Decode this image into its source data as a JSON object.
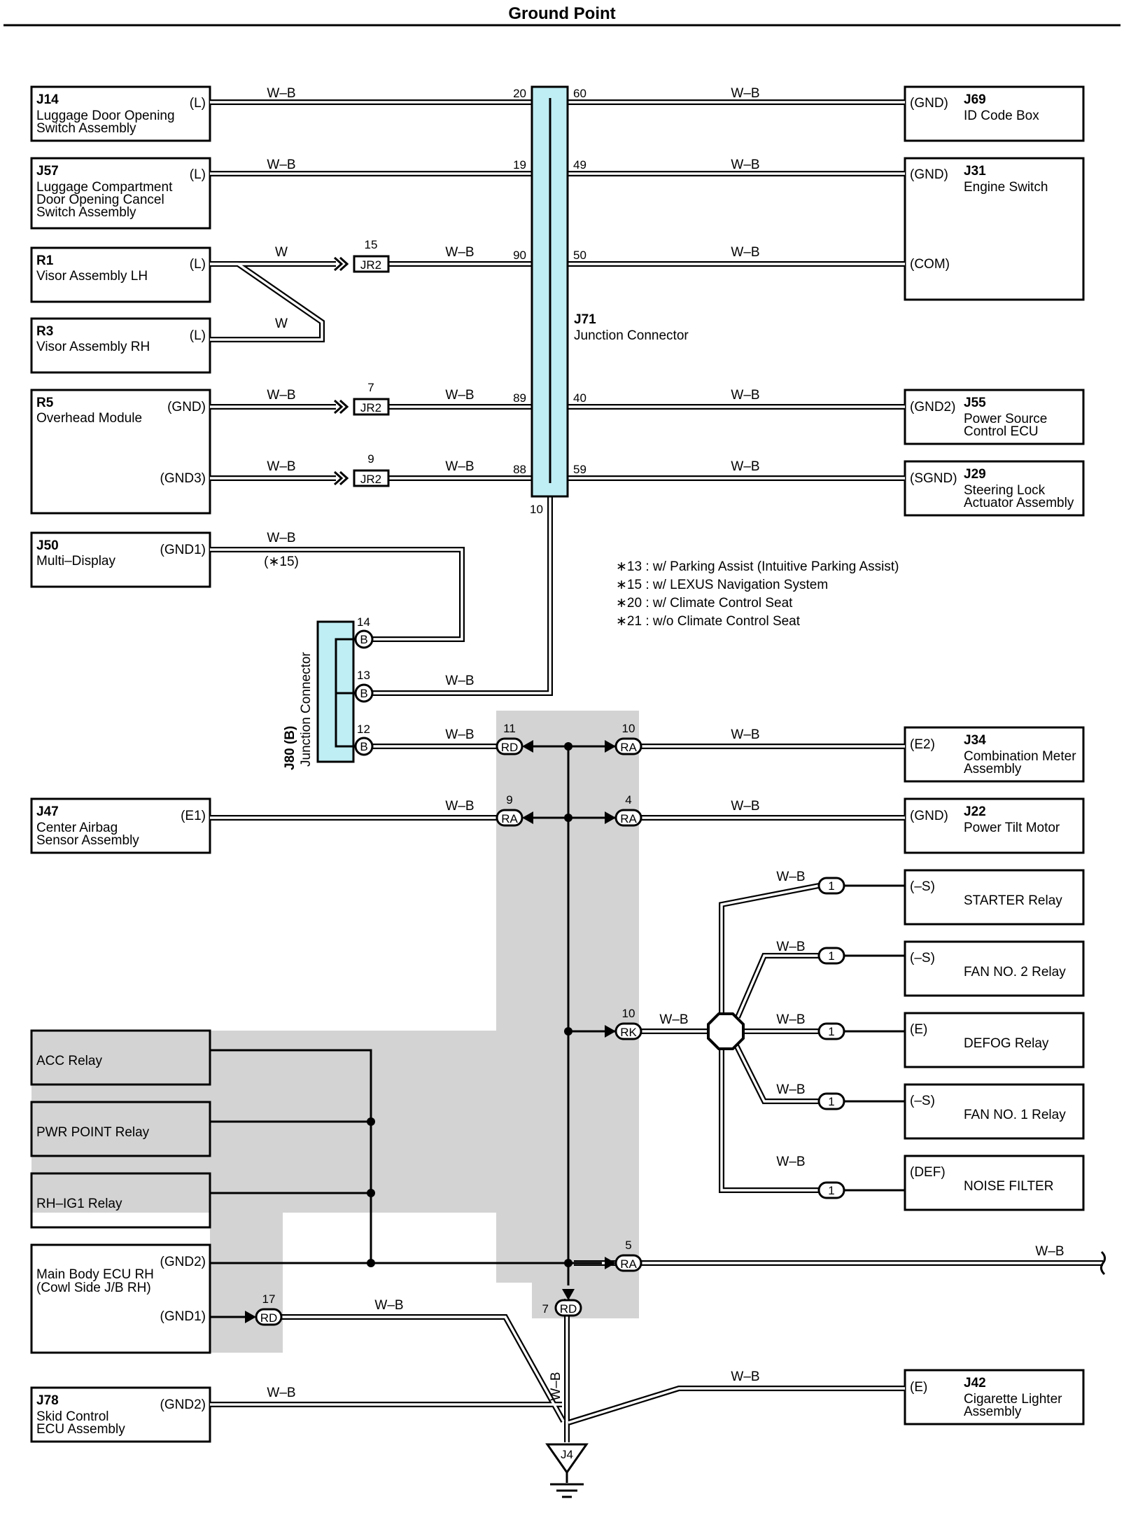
{
  "title": "Ground Point",
  "wire_color": "W–B",
  "colors": {
    "connector_fill": "#bfeef4",
    "shade": "#d3d3d3"
  },
  "left_components": [
    {
      "id": "j14",
      "code": "J14",
      "name": [
        "Luggage Door Opening",
        "Switch Assembly"
      ],
      "term": "(L)"
    },
    {
      "id": "j57",
      "code": "J57",
      "name": [
        "Luggage Compartment",
        "Door Opening Cancel",
        "Switch Assembly"
      ],
      "term": "(L)"
    },
    {
      "id": "r1",
      "code": "R1",
      "name": [
        "Visor Assembly LH"
      ],
      "term": "(L)"
    },
    {
      "id": "r3",
      "code": "R3",
      "name": [
        "Visor Assembly RH"
      ],
      "term": "(L)"
    },
    {
      "id": "r5",
      "code": "R5",
      "name": [
        "Overhead Module"
      ],
      "term": "(GND)",
      "term2": "(GND3)"
    },
    {
      "id": "j50",
      "code": "J50",
      "name": [
        "Multi–Display"
      ],
      "term": "(GND1)"
    },
    {
      "id": "j47",
      "code": "J47",
      "name": [
        "Center Airbag",
        "Sensor Assembly"
      ],
      "term": "(E1)"
    },
    {
      "id": "acc",
      "code": "",
      "name": [
        "ACC Relay"
      ],
      "term": ""
    },
    {
      "id": "pwr",
      "code": "",
      "name": [
        "PWR POINT Relay"
      ],
      "term": ""
    },
    {
      "id": "rhig1",
      "code": "",
      "name": [
        "RH–IG1 Relay"
      ],
      "term": ""
    },
    {
      "id": "mainbody",
      "code": "",
      "name": [
        "Main Body ECU RH",
        "(Cowl Side J/B RH)"
      ],
      "term": "(GND2)",
      "term2": "(GND1)"
    },
    {
      "id": "j78",
      "code": "J78",
      "name": [
        "Skid Control",
        "ECU Assembly"
      ],
      "term": "(GND2)"
    }
  ],
  "right_components": [
    {
      "id": "j69",
      "code": "J69",
      "name": [
        "ID Code Box"
      ],
      "term": "(GND)"
    },
    {
      "id": "j31",
      "code": "J31",
      "name": [
        "Engine Switch"
      ],
      "term": "(GND)",
      "term2": "(COM)"
    },
    {
      "id": "j55",
      "code": "J55",
      "name": [
        "Power Source",
        "Control ECU"
      ],
      "term": "(GND2)"
    },
    {
      "id": "j29",
      "code": "J29",
      "name": [
        "Steering Lock",
        "Actuator Assembly"
      ],
      "term": "(SGND)"
    },
    {
      "id": "j34",
      "code": "J34",
      "name": [
        "Combination Meter",
        "Assembly"
      ],
      "term": "(E2)"
    },
    {
      "id": "j22",
      "code": "J22",
      "name": [
        "Power Tilt Motor"
      ],
      "term": "(GND)"
    },
    {
      "id": "starter",
      "code": "",
      "name": [
        "STARTER Relay"
      ],
      "term": "(–S)"
    },
    {
      "id": "fan2",
      "code": "",
      "name": [
        "FAN NO. 2 Relay"
      ],
      "term": "(–S)"
    },
    {
      "id": "defog",
      "code": "",
      "name": [
        "DEFOG Relay"
      ],
      "term": "(E)"
    },
    {
      "id": "fan1",
      "code": "",
      "name": [
        "FAN NO. 1 Relay"
      ],
      "term": "(–S)"
    },
    {
      "id": "noise",
      "code": "",
      "name": [
        "NOISE FILTER"
      ],
      "term": "(DEF)"
    },
    {
      "id": "j42",
      "code": "J42",
      "name": [
        "Cigarette Lighter",
        "Assembly"
      ],
      "term": "(E)"
    }
  ],
  "junction_j71": {
    "code": "J71",
    "name": "Junction Connector",
    "left_pins": [
      "20",
      "19",
      "90",
      "89",
      "88"
    ],
    "right_pins": [
      "60",
      "49",
      "50",
      "40",
      "59"
    ],
    "bottom_pin": "10"
  },
  "junction_j80": {
    "code": "J80 (B)",
    "name": "Junction Connector",
    "pins": [
      "14",
      "13",
      "12"
    ],
    "pin_label": "B"
  },
  "jr2": {
    "label": "JR2",
    "pins": [
      "15",
      "7",
      "9"
    ]
  },
  "wire_w": "W",
  "j50_note": "(∗15)",
  "connectors": {
    "rd11": {
      "pin": "11",
      "label": "RD"
    },
    "ra10": {
      "pin": "10",
      "label": "RA"
    },
    "ra9": {
      "pin": "9",
      "label": "RA"
    },
    "ra4": {
      "pin": "4",
      "label": "RA"
    },
    "rk10": {
      "pin": "10",
      "label": "RK"
    },
    "ra5": {
      "pin": "5",
      "label": "RA"
    },
    "rd17": {
      "pin": "17",
      "label": "RD"
    },
    "rd7": {
      "pin": "7",
      "label": "RD"
    }
  },
  "relay_pin": "1",
  "ground_label": "J4",
  "notes": [
    "∗13 : w/ Parking Assist (Intuitive Parking Assist)",
    "∗15 : w/ LEXUS Navigation System",
    "∗20 : w/ Climate Control Seat",
    "∗21 : w/o Climate Control Seat"
  ]
}
